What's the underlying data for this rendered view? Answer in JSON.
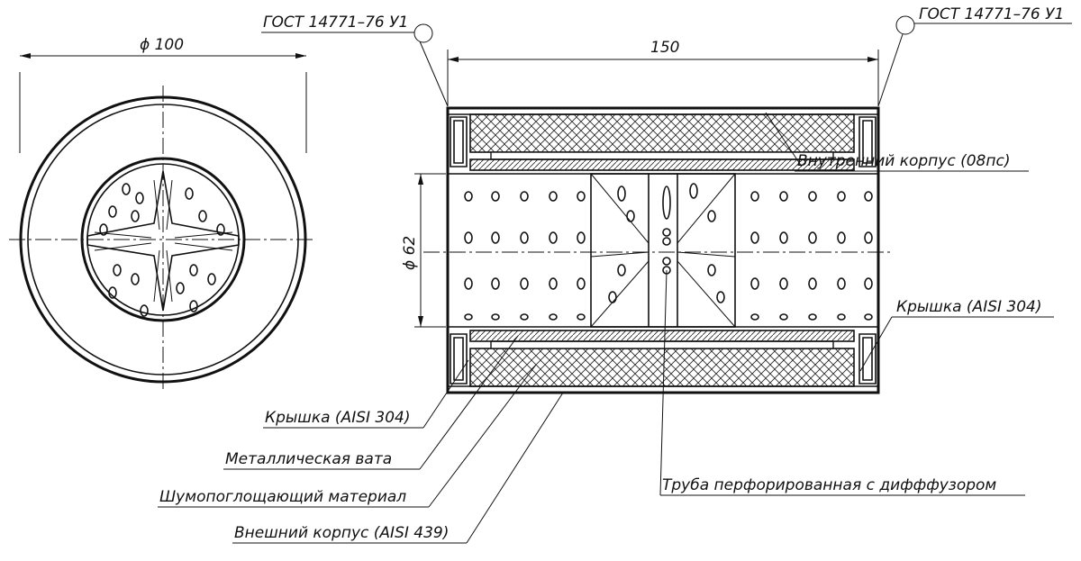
{
  "dimensions": {
    "diameter_outer": "ϕ 100",
    "length": "150",
    "diameter_inner": "ϕ 62"
  },
  "labels": {
    "gost_left": "ГОСТ 14771–76 У1",
    "gost_right": "ГОСТ 14771–76 У1",
    "inner_body": "Внутренний корпус (08пс)",
    "cover_right": "Крышка (AISI 304)",
    "cover_left": "Крышка (AISI 304)",
    "metal_wool": "Металлическая вата",
    "sound_absorbing": "Шумопоглощающий материал",
    "outer_body": "Внешний корпус (AISI 439)",
    "perforated_pipe": "Труба перфорированная с дифффузором"
  }
}
